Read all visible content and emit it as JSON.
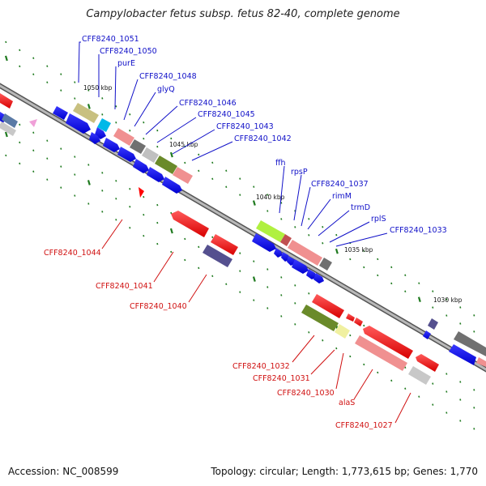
{
  "title": "Campylobacter fetus subsp. fetus 82-40, complete genome",
  "footer": {
    "accession": "Accession: NC_008599",
    "summary": "Topology: circular; Length: 1,773,615 bp; Genes: 1,770"
  },
  "kbp_labels": [
    "1050 kbp",
    "1045 kbp",
    "1040 kbp",
    "1035 kbp",
    "1030 kbp"
  ],
  "upper_gene_labels": [
    "CFF8240_1051",
    "CFF8240_1050",
    "purE",
    "CFF8240_1048",
    "glyQ",
    "CFF8240_1046",
    "CFF8240_1045",
    "CFF8240_1043",
    "CFF8240_1042",
    "ffh",
    "rpsP",
    "CFF8240_1037",
    "rimM",
    "trmD",
    "rplS",
    "CFF8240_1033"
  ],
  "lower_gene_labels": [
    "CFF8240_1044",
    "CFF8240_1041",
    "CFF8240_1040",
    "CFF8240_1032",
    "CFF8240_1031",
    "CFF8240_1030",
    "alaS",
    "CFF8240_1027"
  ],
  "colors": {
    "backbone": "#8a8a8a",
    "strand_forward": "#1a1aff",
    "strand_reverse": "#ff1a1a",
    "label_upper": "#1010c8",
    "label_lower": "#d01010",
    "tick": "#1f7a1f"
  }
}
